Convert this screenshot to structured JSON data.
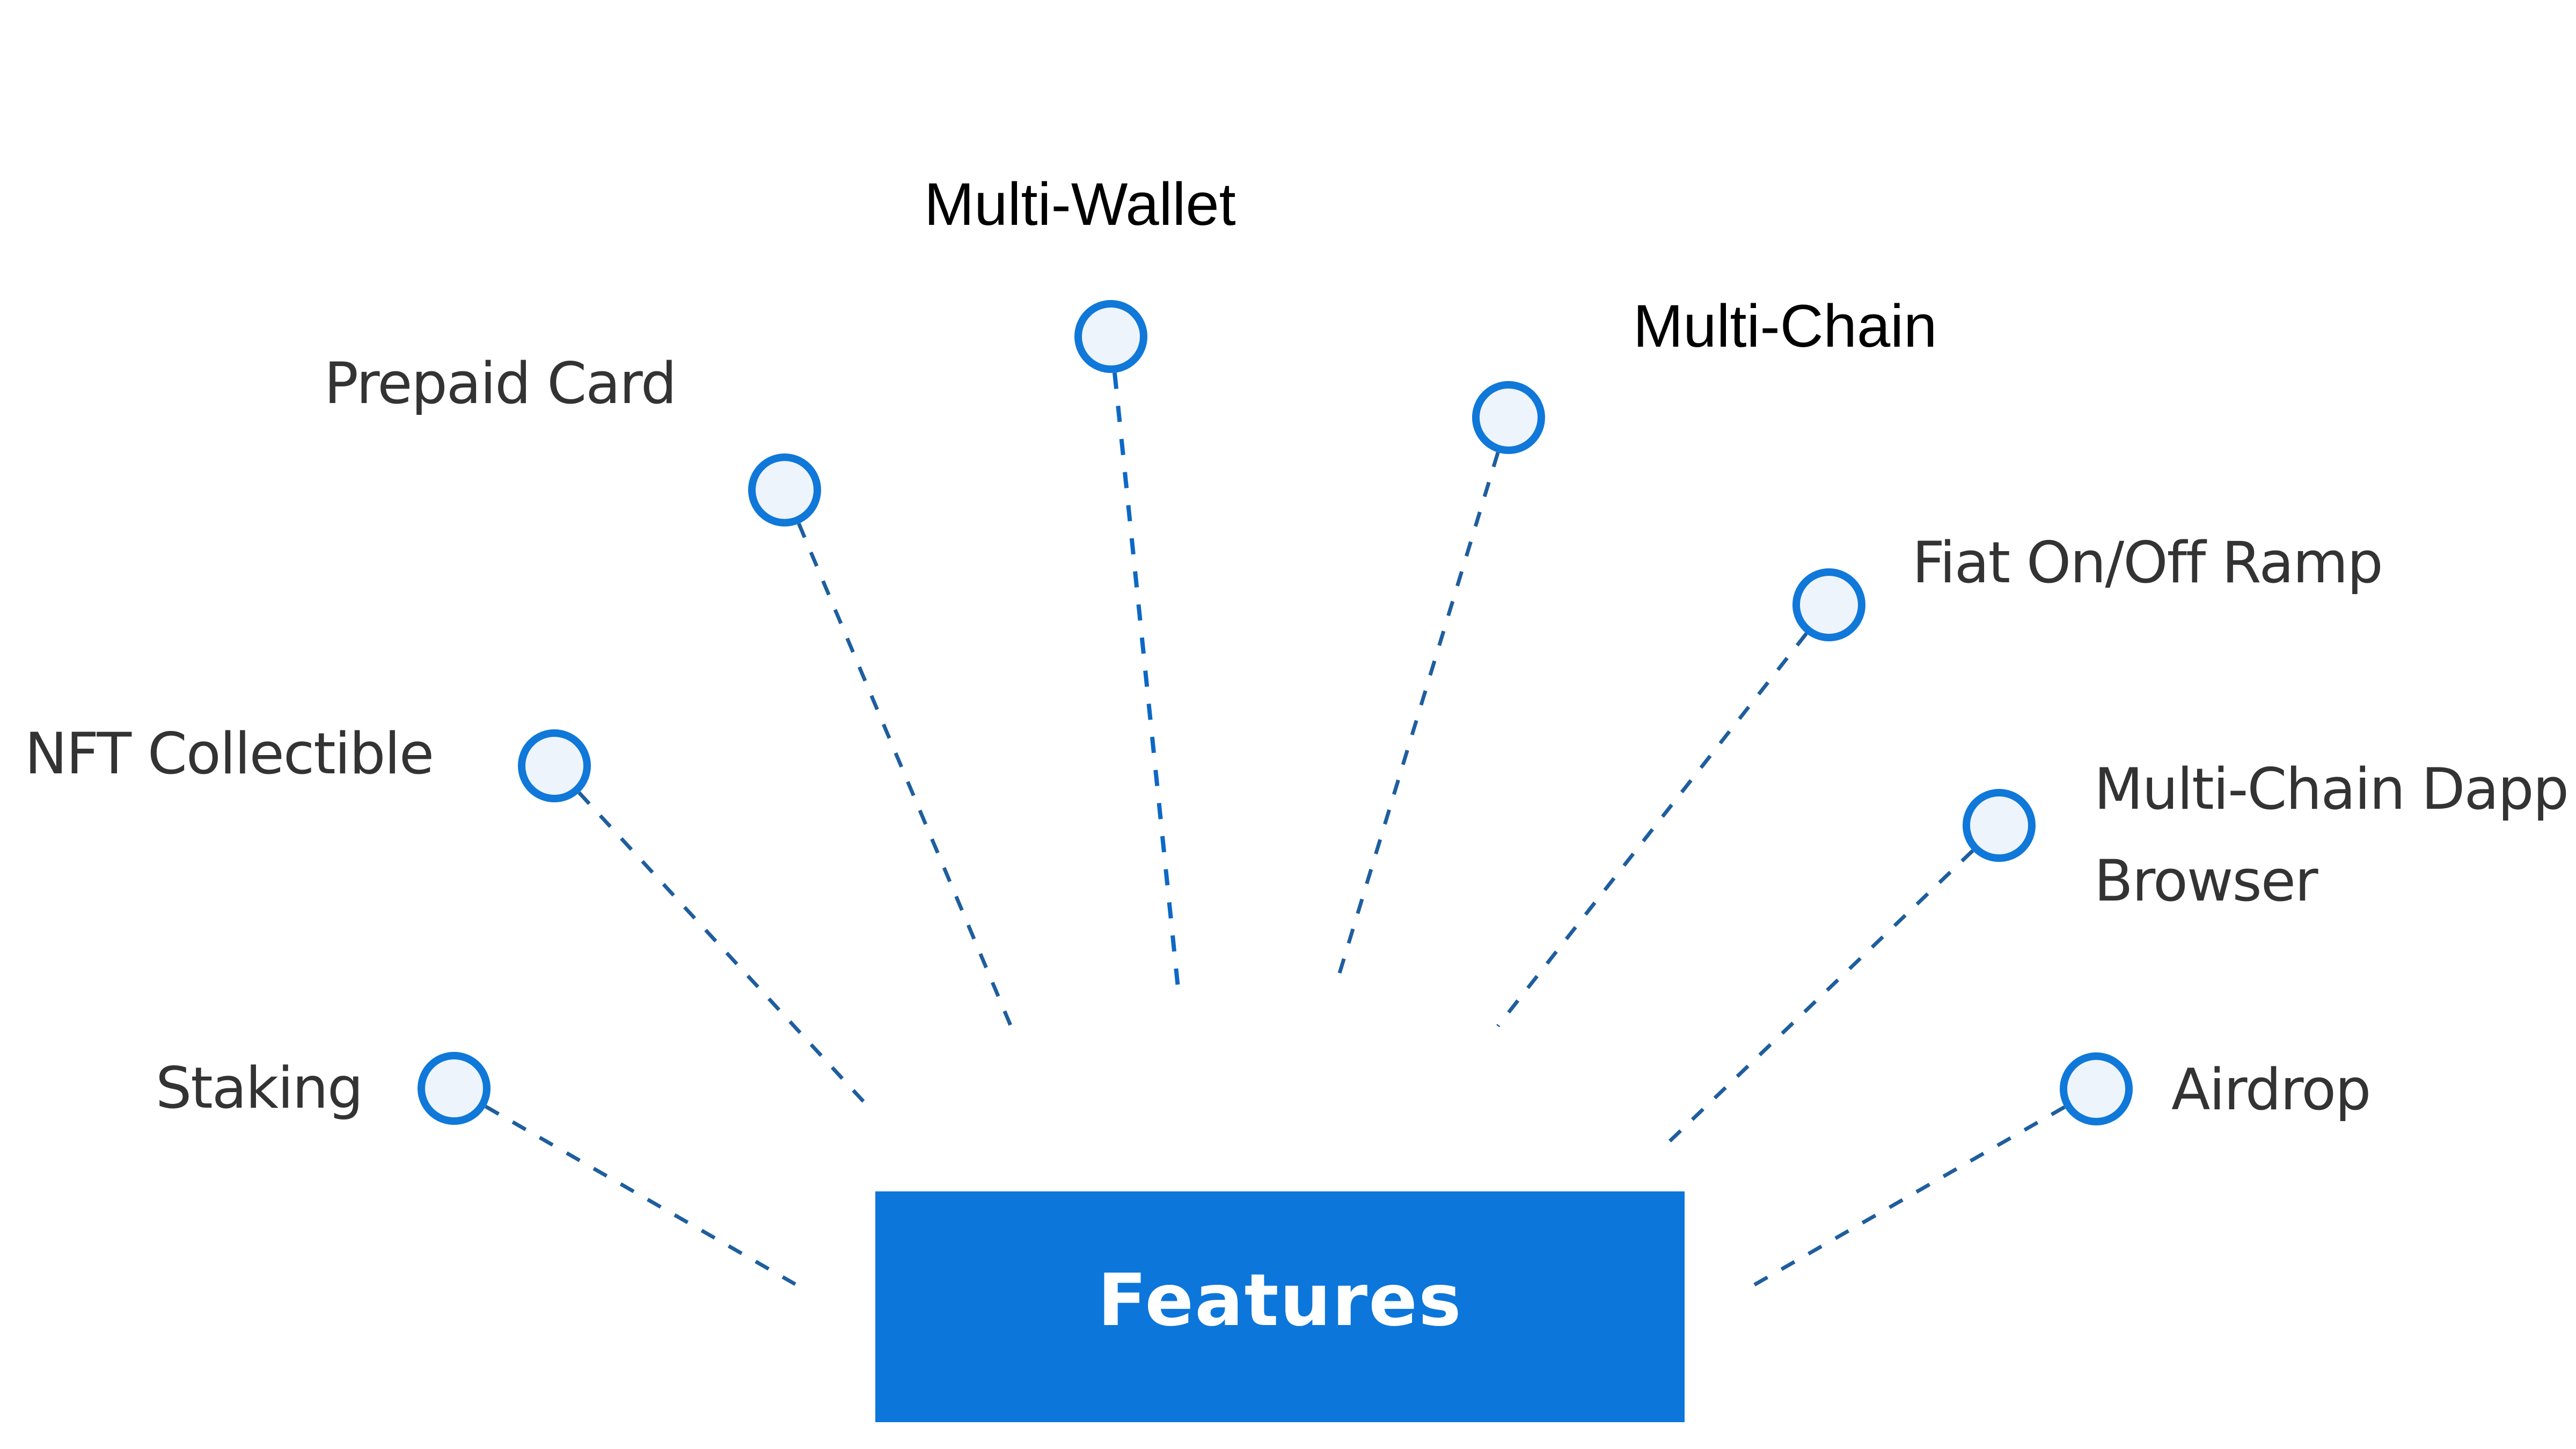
{
  "diagram": {
    "center": {
      "label": "Features",
      "color": "#0C76DA"
    },
    "node_style": {
      "stroke": "#0F78D9",
      "fill": "#EDF4FB",
      "connector": "#1E5E9E"
    },
    "features": [
      {
        "id": "staking",
        "label": "Staking"
      },
      {
        "id": "nft-collectible",
        "label": "NFT Collectible"
      },
      {
        "id": "prepaid-card",
        "label": "Prepaid Card"
      },
      {
        "id": "multi-wallet",
        "label": "Multi-Wallet"
      },
      {
        "id": "multi-chain",
        "label": "Multi-Chain"
      },
      {
        "id": "fiat-ramp",
        "label": "Fiat On/Off Ramp"
      },
      {
        "id": "dapp-browser",
        "label": "Multi-Chain Dapp\nBrowser"
      },
      {
        "id": "airdrop",
        "label": "Airdrop"
      }
    ]
  }
}
